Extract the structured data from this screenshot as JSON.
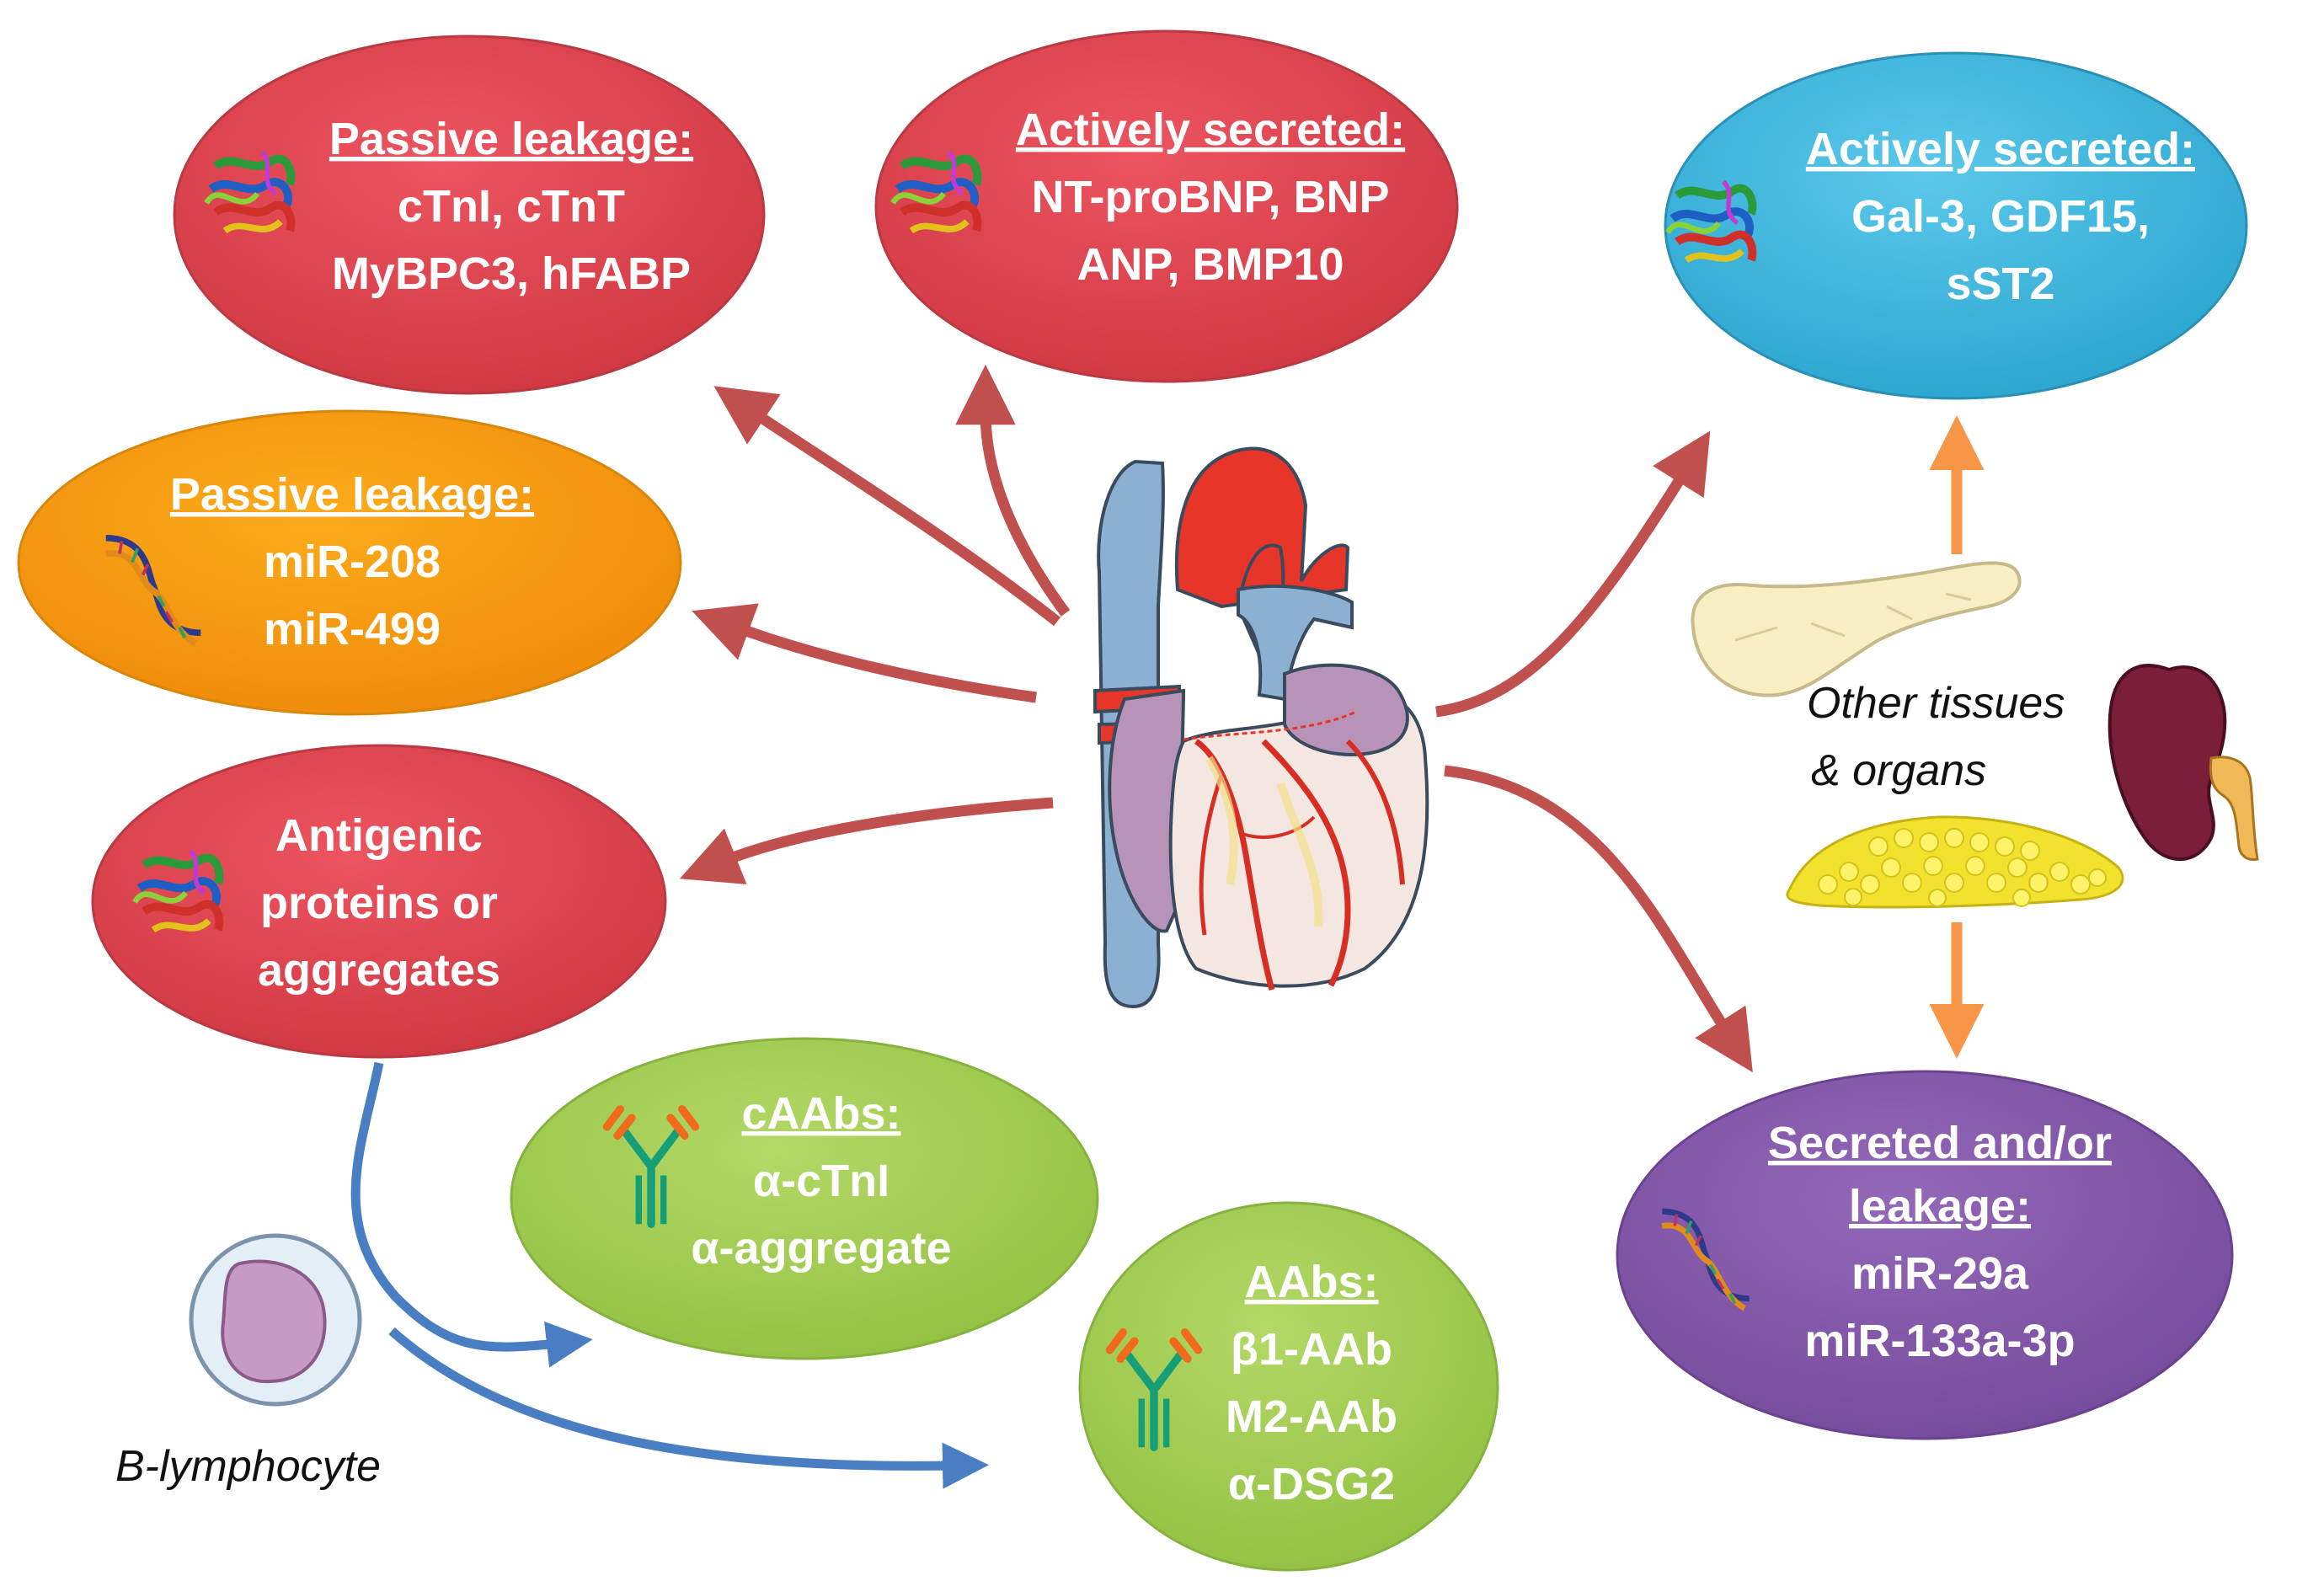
{
  "colors": {
    "red": "#d8404a",
    "orange": "#f5920e",
    "blue": "#3bb6de",
    "green": "#a2cd4e",
    "purple": "#8356a8",
    "arrow_red": "#c0504d",
    "arrow_orange": "#f79646",
    "arrow_blue": "#4a7ec2"
  },
  "nodes": {
    "passive_protein": {
      "header": "Passive leakage:",
      "lines": [
        "cTnI, cTnT",
        "MyBPC3, hFABP"
      ],
      "icon": "protein-structure-icon"
    },
    "active_cardiac": {
      "header": "Actively secreted:",
      "lines": [
        "NT-proBNP, BNP",
        "ANP, BMP10"
      ],
      "icon": "protein-structure-icon"
    },
    "active_other": {
      "header": "Actively secreted:",
      "lines": [
        "Gal-3, GDF15,",
        "sST2"
      ],
      "icon": "protein-structure-icon"
    },
    "passive_mirna": {
      "header": "Passive leakage:",
      "lines": [
        "miR-208",
        "miR-499"
      ],
      "icon": "rna-strand-icon"
    },
    "antigenic": {
      "lines": [
        "Antigenic",
        "proteins or",
        "aggregates"
      ],
      "icon": "protein-structure-icon"
    },
    "caabs": {
      "header": "cAAbs:",
      "lines": [
        "α-cTnI",
        "α-aggregate"
      ],
      "icon": "antibody-icon"
    },
    "aabs": {
      "header": "AAbs:",
      "lines": [
        "β1-AAb",
        "M2-AAb",
        "α-DSG2"
      ],
      "icon": "antibody-icon"
    },
    "secreted_leakage": {
      "header_lines": [
        "Secreted and/or",
        "leakage:"
      ],
      "lines": [
        "miR-29a",
        "miR-133a-3p"
      ],
      "icon": "rna-strand-icon"
    }
  },
  "labels": {
    "other_tissues": [
      "Other tissues",
      "& organs"
    ],
    "b_lymphocyte": "B-lymphocyte"
  },
  "icons": [
    "heart-icon",
    "pancreas-icon",
    "kidney-icon",
    "adipose-tissue-icon",
    "b-lymphocyte-icon"
  ]
}
